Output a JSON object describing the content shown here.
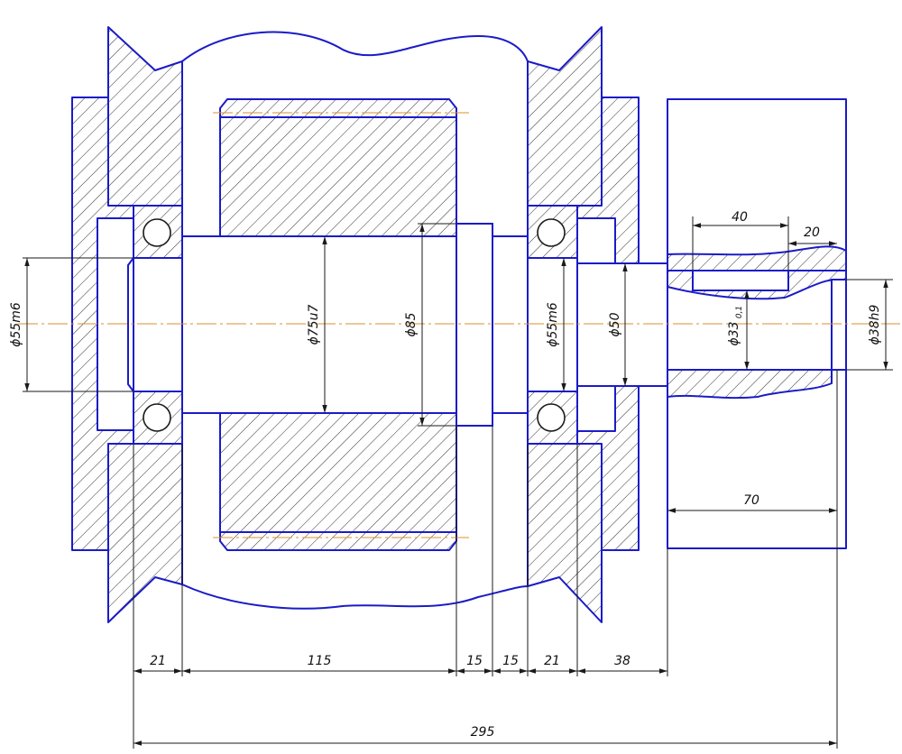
{
  "colors": {
    "outline": "#1b1bc8",
    "dimension": "#1a1a1a",
    "centerline": "#d9902e",
    "background": "#ffffff"
  },
  "dimensions": {
    "d_bearing_left": "ϕ55m6",
    "d_gear_seat": "ϕ75u7",
    "d_collar": "ϕ85",
    "d_bearing_right": "ϕ55m6",
    "d_output": "ϕ50",
    "d_bore": "ϕ33",
    "d_bore_tol": "0,1",
    "d_end": "ϕ38h9",
    "len_keyway": "40",
    "len_key_offset": "20",
    "len_hub": "70",
    "len_bearing_left": "21",
    "len_gear": "115",
    "len_collar": "15",
    "len_spacer": "15",
    "len_bearing_right": "21",
    "len_output": "38",
    "len_total": "295"
  }
}
